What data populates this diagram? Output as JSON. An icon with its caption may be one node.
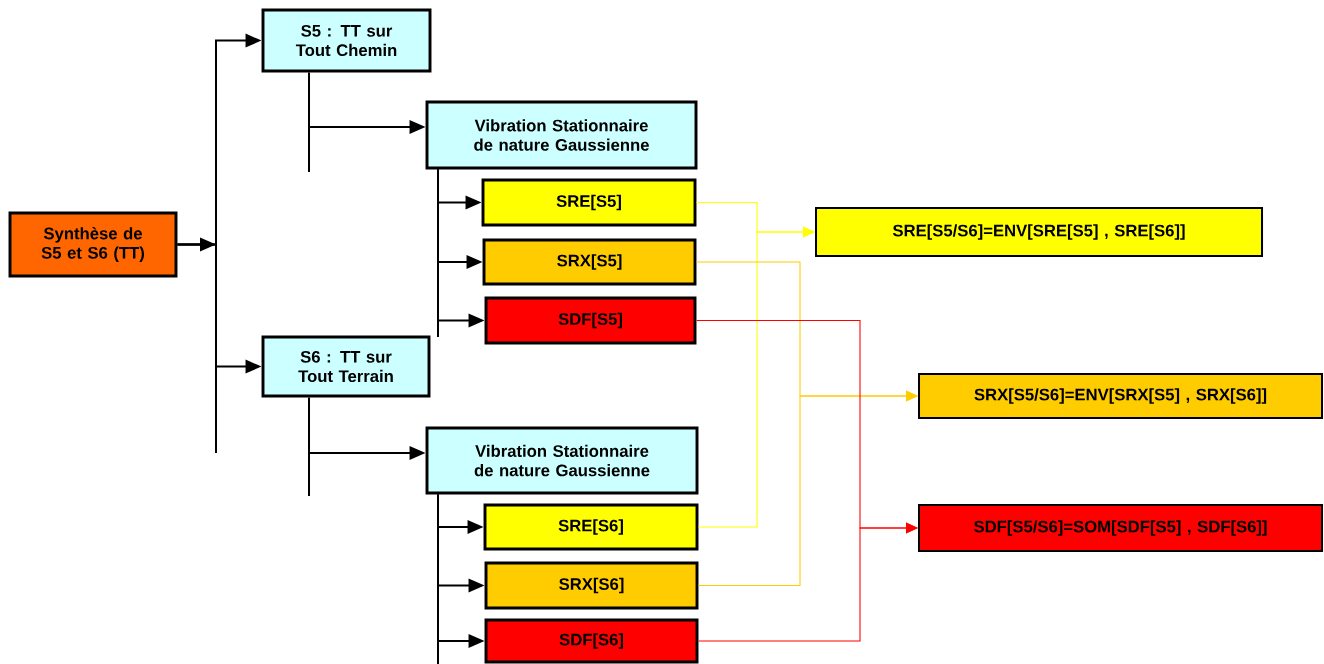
{
  "diagram": {
    "nodes": [
      {
        "text": [
          "Synthèse de S5 et S6 (TT)"
        ]
      },
      {
        "text": [
          "S5 : TT sur Tout Chemin"
        ]
      },
      {
        "text": [
          "Vibration Stationnaire de nature Gaussienne"
        ]
      },
      {
        "text": [
          "SRE[S5]"
        ]
      },
      {
        "text": [
          "SRX[S5]"
        ]
      },
      {
        "text": [
          "SDF[S5]"
        ]
      },
      {
        "text": [
          "S6 : TT sur Tout Terrain"
        ]
      },
      {
        "text": [
          "Vibration Stationnaire de nature Gaussienne"
        ]
      },
      {
        "text": [
          "SRE[S6]"
        ]
      },
      {
        "text": [
          "SRX[S6]"
        ]
      },
      {
        "text": [
          "SDF[S6]"
        ]
      },
      {
        "text": [
          "SRE[S5/S6]=ENV[SRE[S5] , SRE[S6]]"
        ]
      },
      {
        "text": [
          "SRX[S5/S6]=ENV[SRX[S5] , SRX[S6]]"
        ]
      },
      {
        "text": [
          "SDF[S5/S6]=SOM[SDF[S5] , SDF[S6]]"
        ]
      }
    ],
    "edges": [
      {
        "from": 0,
        "to": 1,
        "arrow": "to"
      },
      {
        "from": 0,
        "to": 6,
        "arrow": "to"
      },
      {
        "from": 1,
        "to": 2,
        "arrow": "to"
      },
      {
        "from": 2,
        "to": 3,
        "arrow": "to"
      },
      {
        "from": 2,
        "to": 4,
        "arrow": "to"
      },
      {
        "from": 2,
        "to": 5,
        "arrow": "to"
      },
      {
        "from": 6,
        "to": 7,
        "arrow": "to"
      },
      {
        "from": 7,
        "to": 8,
        "arrow": "to"
      },
      {
        "from": 7,
        "to": 9,
        "arrow": "to"
      },
      {
        "from": 7,
        "to": 10,
        "arrow": "to"
      },
      {
        "from": 3,
        "to": 11,
        "arrow": "to",
        "color": "#ffff00"
      },
      {
        "from": 8,
        "to": 11,
        "arrow": "to",
        "color": "#ffff00"
      },
      {
        "from": 4,
        "to": 12,
        "arrow": "to",
        "color": "#ffcc00"
      },
      {
        "from": 9,
        "to": 12,
        "arrow": "to",
        "color": "#ffcc00"
      },
      {
        "from": 5,
        "to": 13,
        "arrow": "to",
        "color": "#ff0000"
      },
      {
        "from": 10,
        "to": 13,
        "arrow": "to",
        "color": "#ff0000"
      }
    ]
  }
}
